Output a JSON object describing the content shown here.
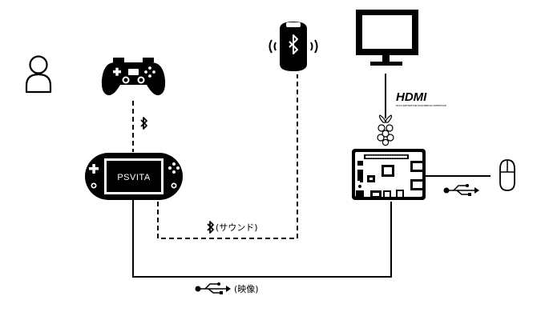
{
  "vita": {
    "label": "PSVITA"
  },
  "hdmi": {
    "logo": "HDMI",
    "sub": "HIGH-DEFINITION MULTIMEDIA INTERFACE"
  },
  "labels": {
    "bt_sound": "(サウンド)",
    "usb_video": "(映像)"
  },
  "icons": [
    "user-icon",
    "gamepad-icon",
    "bluetooth-icon",
    "bluetooth-speaker-icon",
    "monitor-icon",
    "raspberry-pi-logo-icon",
    "raspberry-pi-board-icon",
    "mouse-icon",
    "usb-icon"
  ],
  "colors": {
    "line": "#000000",
    "background": "#ffffff"
  }
}
